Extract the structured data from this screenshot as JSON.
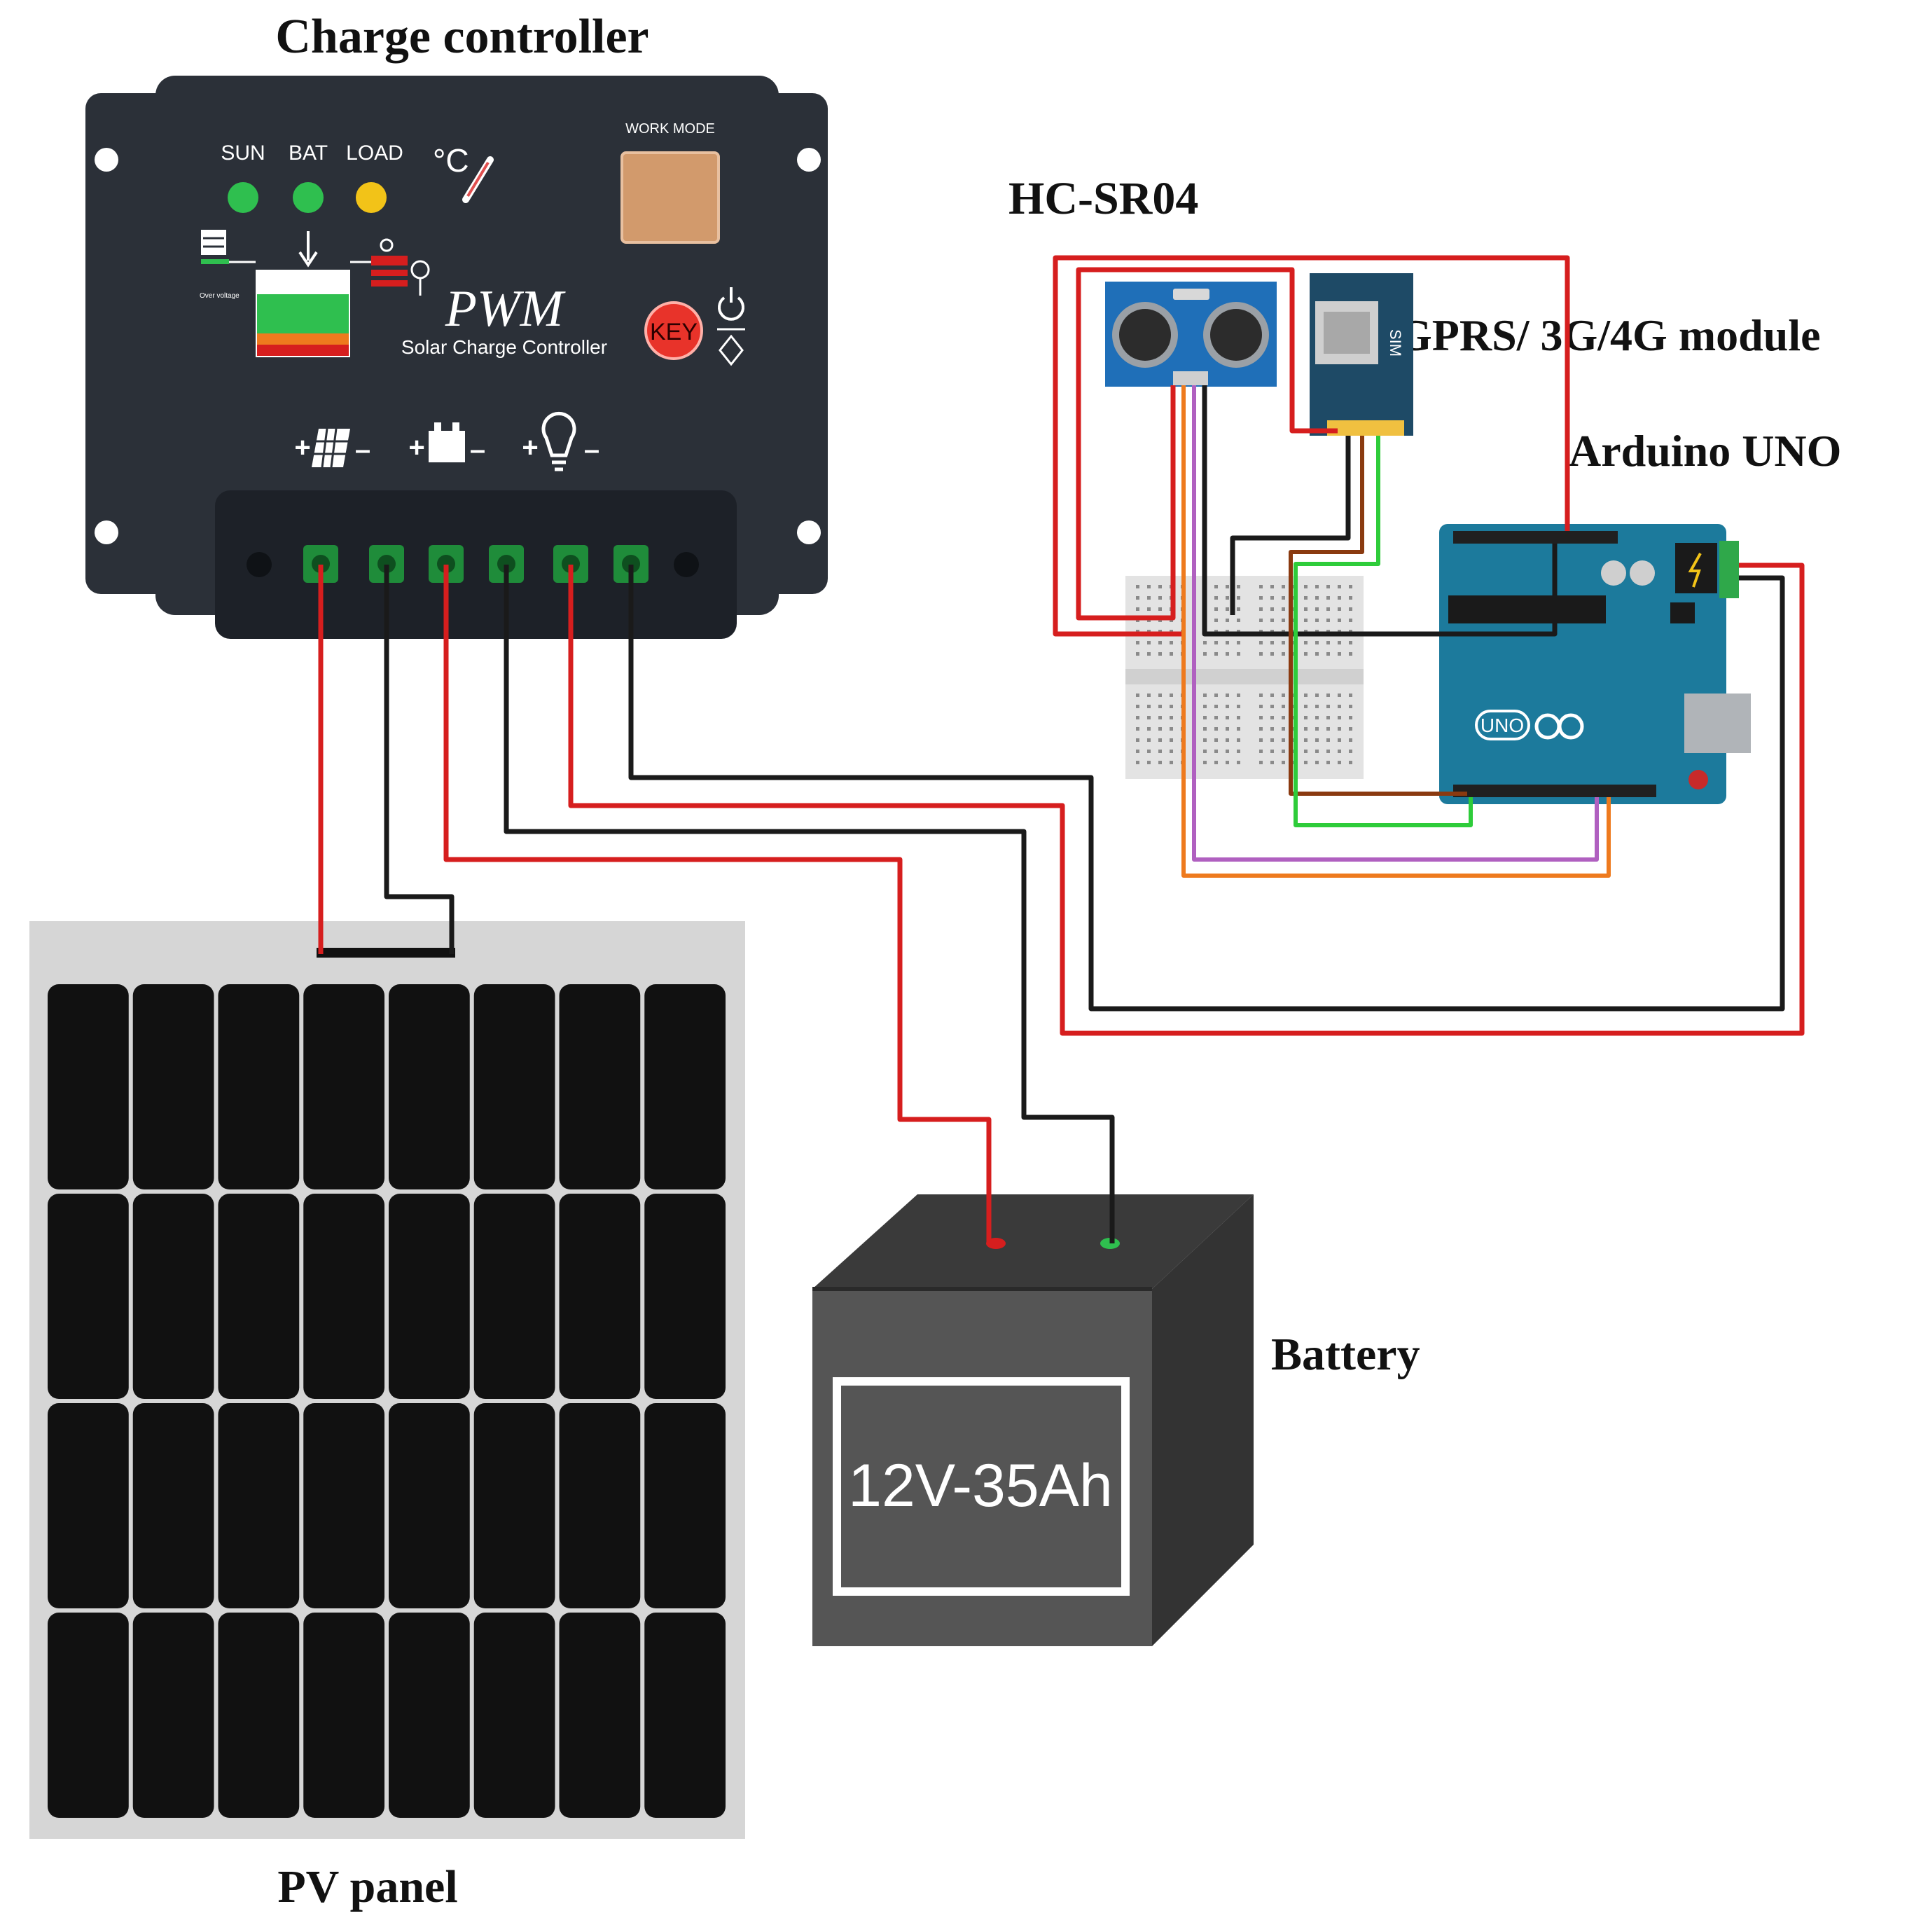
{
  "labels": {
    "charge_controller": "Charge controller",
    "hc_sr04": "HC-SR04",
    "gprs_module": "GPRS/ 3G/4G module",
    "arduino_uno": "Arduino UNO",
    "battery": "Battery",
    "pv_panel": "PV panel"
  },
  "charge_controller": {
    "indicators": [
      {
        "label": "SUN",
        "color": "#2fbf4f"
      },
      {
        "label": "BAT",
        "color": "#2fbf4f"
      },
      {
        "label": "LOAD",
        "color": "#f2c318"
      }
    ],
    "temp_label": "°C",
    "work_mode_label": "WORK MODE",
    "brand": "PWM",
    "subtitle": "Solar Charge Controller",
    "key_label": "KEY",
    "terminal_count": 6,
    "colors": {
      "body": "#2b3038",
      "terminal_block": "#1d2128",
      "terminal": "#1f8c3a",
      "work_mode_button": "#d29a6c",
      "key_button": "#e8332a"
    }
  },
  "battery": {
    "rating": "12V-35Ah",
    "colors": {
      "top": "#3a3a3a",
      "front": "#555555",
      "side": "#333333"
    }
  },
  "gprs_module": {
    "sim_label": "SIM"
  },
  "arduino": {
    "board_label": "UNO",
    "color": "#1c7a9c"
  },
  "wire_colors": {
    "positive": "#d61e1e",
    "negative": "#1a1a1a",
    "signal_green": "#2ecc3a",
    "signal_orange": "#ee7a1e",
    "signal_purple": "#b060c0",
    "signal_brown": "#8a3a10"
  },
  "pv_panel": {
    "rows": 4,
    "cols": 8,
    "frame_color": "#d6d6d6",
    "cell_color": "#111111"
  }
}
